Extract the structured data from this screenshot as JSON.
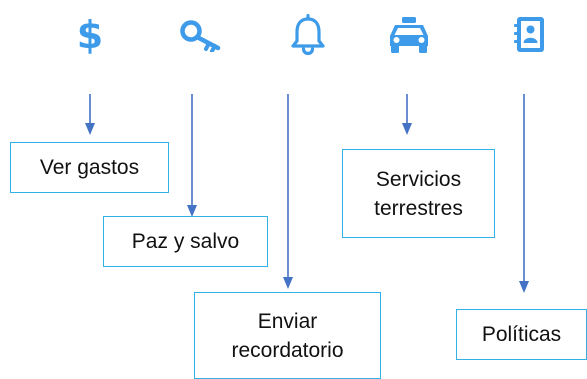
{
  "colors": {
    "icon": "#3d9be9",
    "arrow": "#4472c4",
    "box_border": "#33b1e6",
    "text": "#111111"
  },
  "toolbar": {
    "icons": [
      {
        "name": "dollar-icon",
        "glyph": "$"
      },
      {
        "name": "key-icon"
      },
      {
        "name": "bell-icon"
      },
      {
        "name": "taxi-icon"
      },
      {
        "name": "contacts-book-icon"
      }
    ]
  },
  "labels": {
    "ver_gastos": "Ver gastos",
    "paz_y_salvo": "Paz y salvo",
    "enviar_recordatorio": "Enviar\nrecordatorio",
    "servicios_terrestres": "Servicios\nterrestres",
    "politicas": "Políticas"
  }
}
